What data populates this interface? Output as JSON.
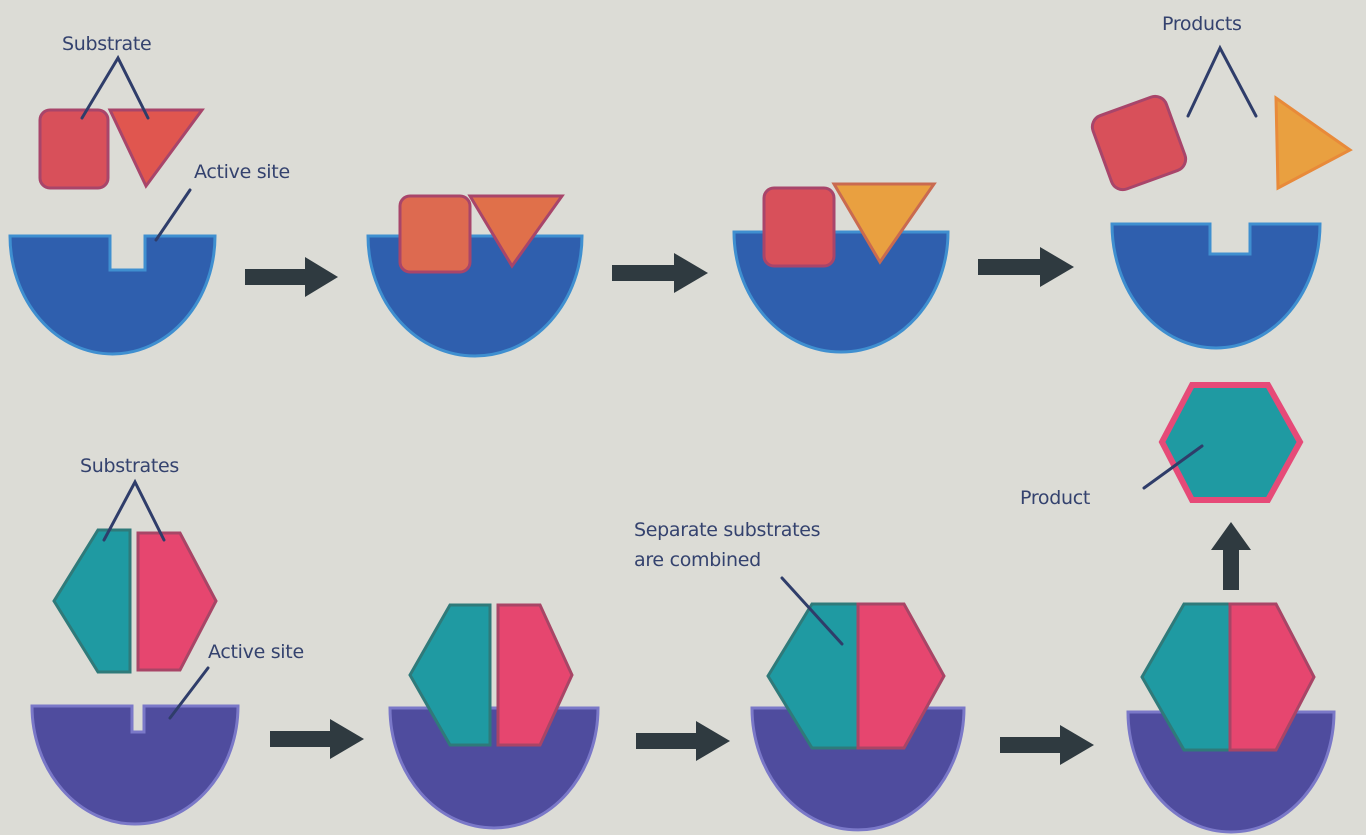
{
  "top_row": {
    "labels": {
      "substrate": "Substrate",
      "active_site": "Active site",
      "products": "Products"
    }
  },
  "bottom_row": {
    "labels": {
      "substrates": "Substrates",
      "active_site": "Active site",
      "combined_line1": "Separate substrates",
      "combined_line2": "are combined",
      "product": "Product"
    }
  },
  "colors": {
    "background": "#dcdcd6",
    "enzyme_top": "#2f5fae",
    "enzyme_top_rim": "#3f8fd0",
    "enzyme_bottom": "#4f4c9e",
    "enzyme_bottom_rim": "#7a78c8",
    "substrate_square": "#d8505a",
    "substrate_triangle": "#e0564f",
    "product_triangle": "#e9a040",
    "substrate_teal": "#1f9aa2",
    "substrate_pink": "#e6466f",
    "product_hexagon_border": "#e64a78",
    "arrow": "#2f3a40",
    "label_text": "#34426e"
  },
  "icons": [
    "right-arrow-icon",
    "up-arrow-icon"
  ]
}
